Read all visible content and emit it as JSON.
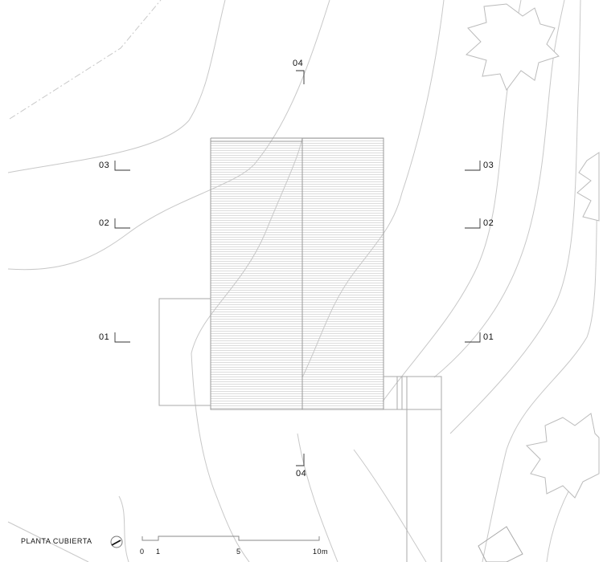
{
  "title": "PLANTA CUBIERTA",
  "sections": {
    "s04_top": "04",
    "s04_bottom": "04",
    "s03_left": "03",
    "s03_right": "03",
    "s02_left": "02",
    "s02_right": "02",
    "s01_left": "01",
    "s01_right": "01"
  },
  "scale_bar": {
    "ticks": [
      "0",
      "1",
      "5",
      "10m"
    ]
  },
  "icons": {
    "north": "north-arrow-icon"
  },
  "colors": {
    "line": "#bbbbbb",
    "ink": "#111111"
  }
}
